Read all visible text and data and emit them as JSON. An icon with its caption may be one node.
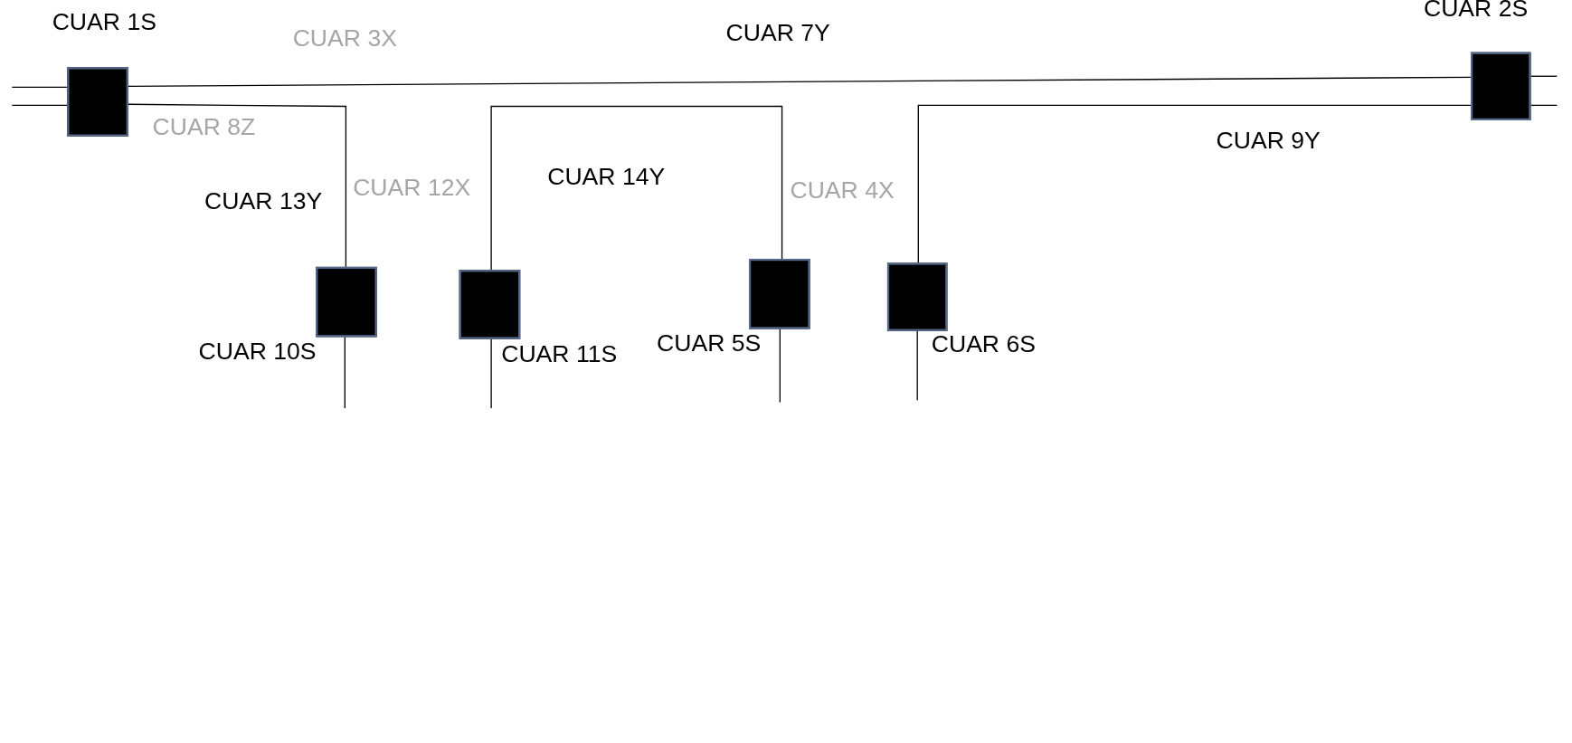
{
  "diagram": {
    "nodes": [
      {
        "text": [
          "CUAR 1S"
        ]
      },
      {
        "text": [
          "CUAR 2S"
        ]
      },
      {
        "text": [
          "CUAR 10S"
        ]
      },
      {
        "text": [
          "CUAR 11S"
        ]
      },
      {
        "text": [
          "CUAR 5S"
        ]
      },
      {
        "text": [
          "CUAR 6S"
        ]
      }
    ],
    "edges": [
      {
        "from": null,
        "to": 0,
        "arrow": "none"
      },
      {
        "from": null,
        "to": 0,
        "arrow": "none"
      },
      {
        "from": 0,
        "to": 1,
        "arrow": "none"
      },
      {
        "from": 0,
        "to": 2,
        "arrow": "none"
      },
      {
        "from": 3,
        "to": 4,
        "arrow": "none"
      },
      {
        "from": 5,
        "to": 1,
        "arrow": "none"
      },
      {
        "from": 1,
        "to": null,
        "arrow": "none"
      },
      {
        "from": 1,
        "to": null,
        "arrow": "none"
      },
      {
        "from": 2,
        "to": null,
        "arrow": "none"
      },
      {
        "from": 3,
        "to": null,
        "arrow": "none"
      },
      {
        "from": 4,
        "to": null,
        "arrow": "none"
      },
      {
        "from": 5,
        "to": null,
        "arrow": "none"
      }
    ],
    "labels": [
      "CUAR 3X",
      "CUAR 7Y",
      "CUAR 8Z",
      "CUAR 9Y",
      "CUAR 12X",
      "CUAR 14Y",
      "CUAR 4X",
      "CUAR 13Y"
    ]
  }
}
